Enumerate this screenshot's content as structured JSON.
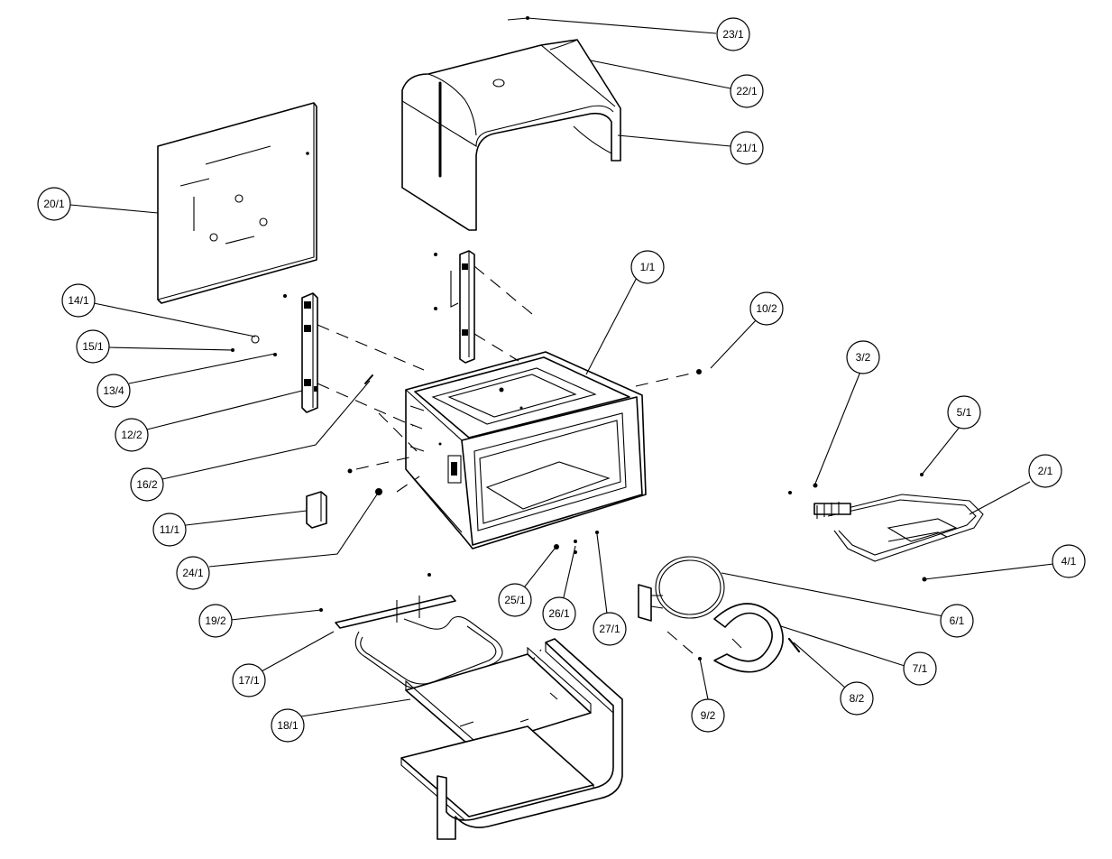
{
  "colors": {
    "line": "#000000",
    "background": "#ffffff"
  },
  "callouts": [
    {
      "id": "c-23-1",
      "label": "23/1"
    },
    {
      "id": "c-22-1",
      "label": "22/1"
    },
    {
      "id": "c-21-1",
      "label": "21/1"
    },
    {
      "id": "c-20-1",
      "label": "20/1"
    },
    {
      "id": "c-1-1",
      "label": "1/1"
    },
    {
      "id": "c-10-2",
      "label": "10/2"
    },
    {
      "id": "c-14-1",
      "label": "14/1"
    },
    {
      "id": "c-15-1",
      "label": "15/1"
    },
    {
      "id": "c-13-4",
      "label": "13/4"
    },
    {
      "id": "c-12-2",
      "label": "12/2"
    },
    {
      "id": "c-3-2",
      "label": "3/2"
    },
    {
      "id": "c-5-1",
      "label": "5/1"
    },
    {
      "id": "c-2-1",
      "label": "2/1"
    },
    {
      "id": "c-16-2",
      "label": "16/2"
    },
    {
      "id": "c-11-1",
      "label": "11/1"
    },
    {
      "id": "c-24-1",
      "label": "24/1"
    },
    {
      "id": "c-4-1",
      "label": "4/1"
    },
    {
      "id": "c-25-1",
      "label": "25/1"
    },
    {
      "id": "c-26-1",
      "label": "26/1"
    },
    {
      "id": "c-27-1",
      "label": "27/1"
    },
    {
      "id": "c-6-1",
      "label": "6/1"
    },
    {
      "id": "c-19-2",
      "label": "19/2"
    },
    {
      "id": "c-7-1",
      "label": "7/1"
    },
    {
      "id": "c-17-1",
      "label": "17/1"
    },
    {
      "id": "c-8-2",
      "label": "8/2"
    },
    {
      "id": "c-9-2",
      "label": "9/2"
    },
    {
      "id": "c-18-1",
      "label": "18/1"
    }
  ]
}
